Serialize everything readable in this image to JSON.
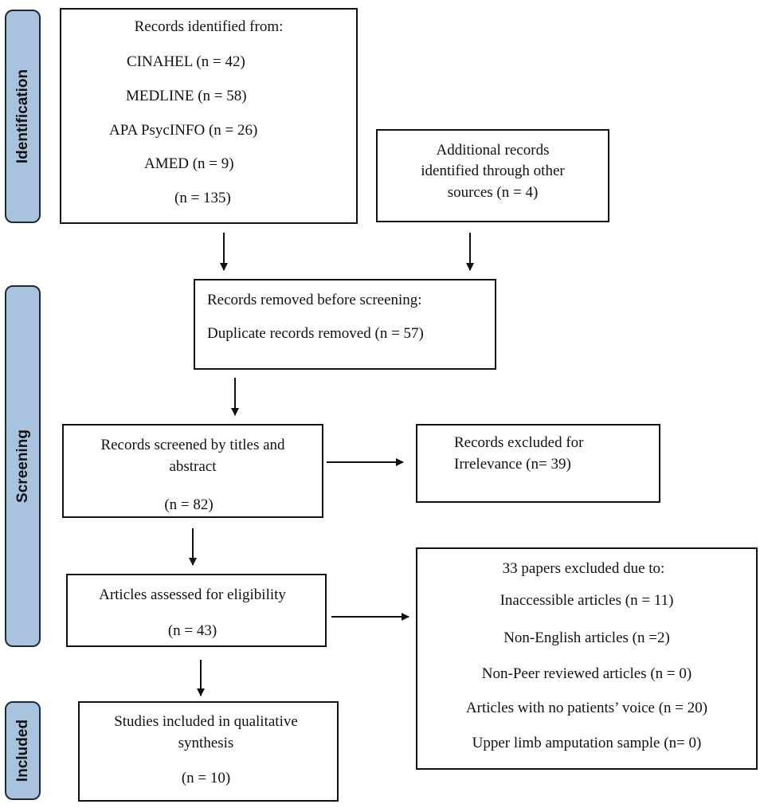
{
  "phases": {
    "identification": "Identification",
    "screening": "Screening",
    "included": "Included"
  },
  "box_sources": {
    "heading": "Records identified from:",
    "lines": [
      "CINAHEL (n = 42)",
      "MEDLINE (n = 58)",
      "APA PsycINFO (n = 26)",
      "AMED (n = 9)",
      "(n = 135)"
    ]
  },
  "box_other": {
    "lines": [
      "Additional records",
      "identified through other",
      "sources (n = 4)"
    ]
  },
  "box_removed": {
    "heading": "Records removed before screening:",
    "detail": "Duplicate records removed (n = 57)"
  },
  "box_screened": {
    "lines": [
      "Records screened by titles and",
      "abstract"
    ],
    "count": "(n = 82)"
  },
  "box_excluded_irrelevance": {
    "lines": [
      "Records excluded for",
      "Irrelevance (n= 39)"
    ]
  },
  "box_eligibility": {
    "label": "Articles assessed for eligibility",
    "count": "(n = 43)"
  },
  "box_excluded_papers": {
    "heading": "33 papers excluded due to:",
    "reasons": [
      "Inaccessible articles (n = 11)",
      "Non-English articles (n =2)",
      "Non-Peer reviewed articles (n = 0)",
      "Articles with no patients’ voice (n = 20)",
      "Upper limb amputation sample (n= 0)"
    ]
  },
  "box_included": {
    "lines": [
      "Studies included in qualitative",
      "synthesis"
    ],
    "count": "(n = 10)"
  },
  "colors": {
    "phase_fill": "#a9c3df",
    "line": "#111111"
  }
}
